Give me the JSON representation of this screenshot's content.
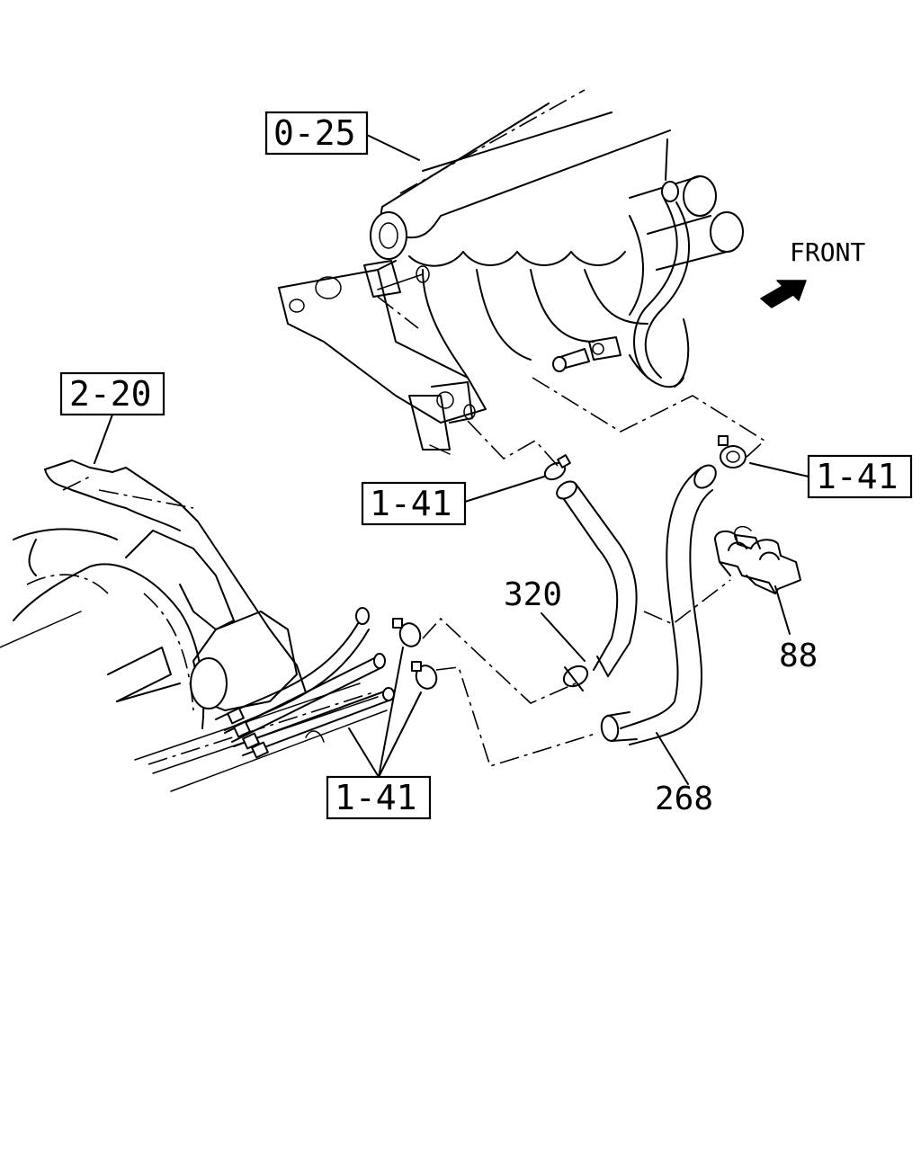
{
  "direction_label": "FRONT",
  "refs": {
    "intake_manifold": "0-25",
    "transmission": "2-20",
    "clip_upper_left": "1-41",
    "clip_upper_right": "1-41",
    "clip_lower": "1-41"
  },
  "parts": {
    "hose_a": "320",
    "hose_b": "268",
    "clip": "88"
  },
  "colors": {
    "line": "#000000",
    "background": "#ffffff"
  }
}
